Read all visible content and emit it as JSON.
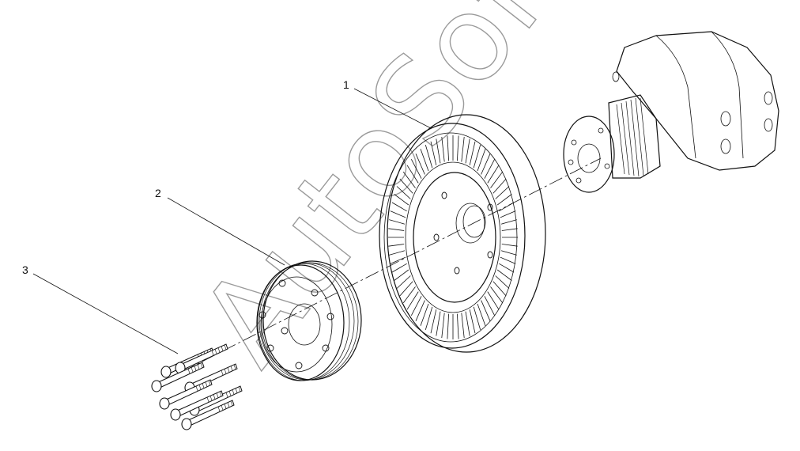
{
  "watermark": "AutoSoft",
  "callouts": [
    {
      "id": "1",
      "label": "1"
    },
    {
      "id": "2",
      "label": "2"
    },
    {
      "id": "3",
      "label": "3"
    }
  ],
  "parts": [
    {
      "callout": "1",
      "icon": "crankshaft-pulley-damper-icon"
    },
    {
      "callout": "2",
      "icon": "belt-pulley-icon"
    },
    {
      "callout": "3",
      "icon": "bolt-icon"
    },
    {
      "callout": "",
      "icon": "crankshaft-icon"
    }
  ],
  "colors": {
    "ink": "#111111",
    "watermark": "#9a9a9a",
    "background": "#ffffff"
  }
}
